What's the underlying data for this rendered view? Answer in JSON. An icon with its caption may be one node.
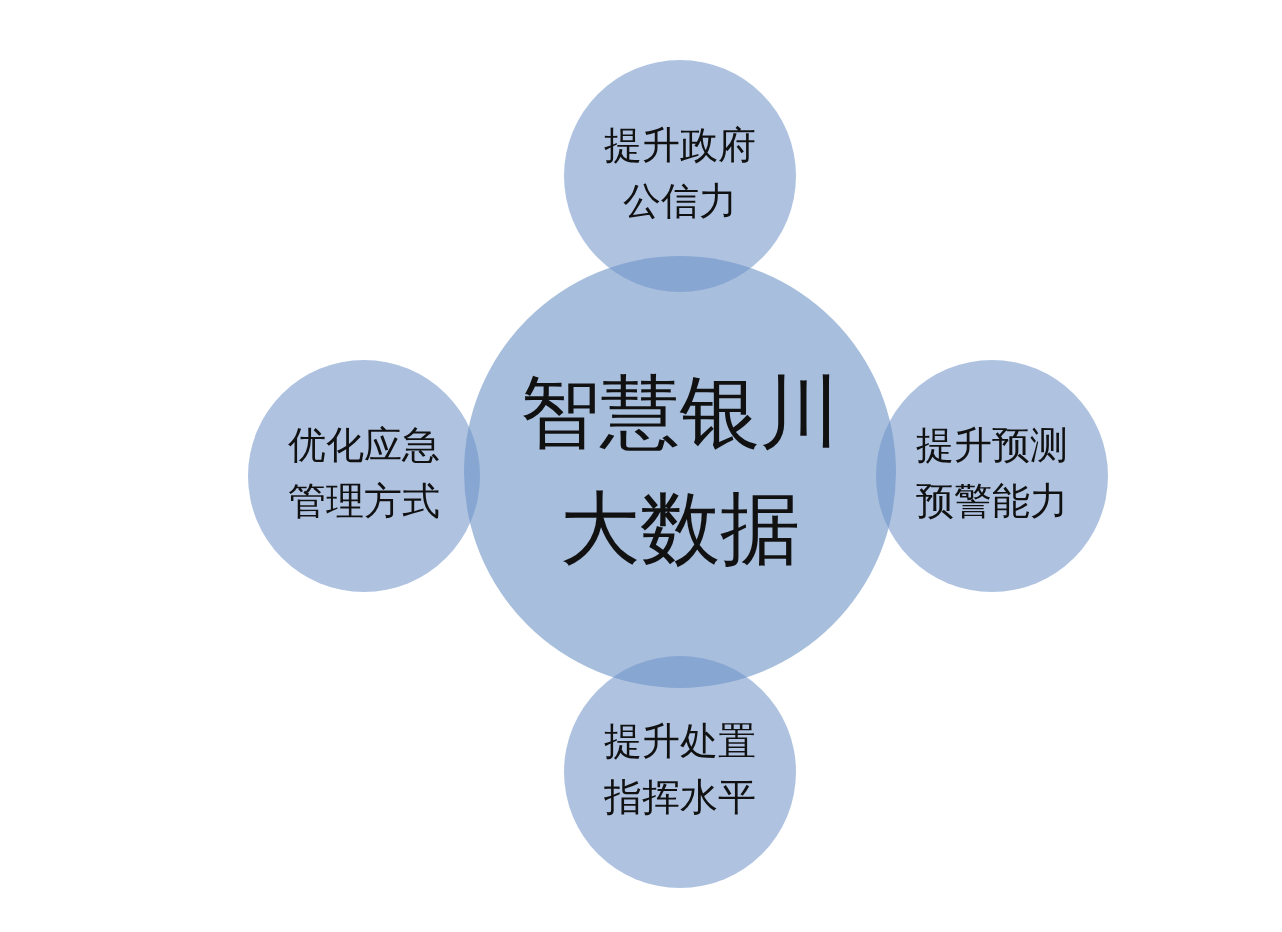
{
  "diagram": {
    "nodes": [
      {
        "text": [
          "智慧银川大数据"
        ]
      },
      {
        "text": [
          "提升政府公信力"
        ]
      },
      {
        "text": [
          "优化应急管理方式"
        ]
      },
      {
        "text": [
          "提升预测预警能力"
        ]
      },
      {
        "text": [
          "提升处置指挥水平"
        ]
      }
    ]
  }
}
